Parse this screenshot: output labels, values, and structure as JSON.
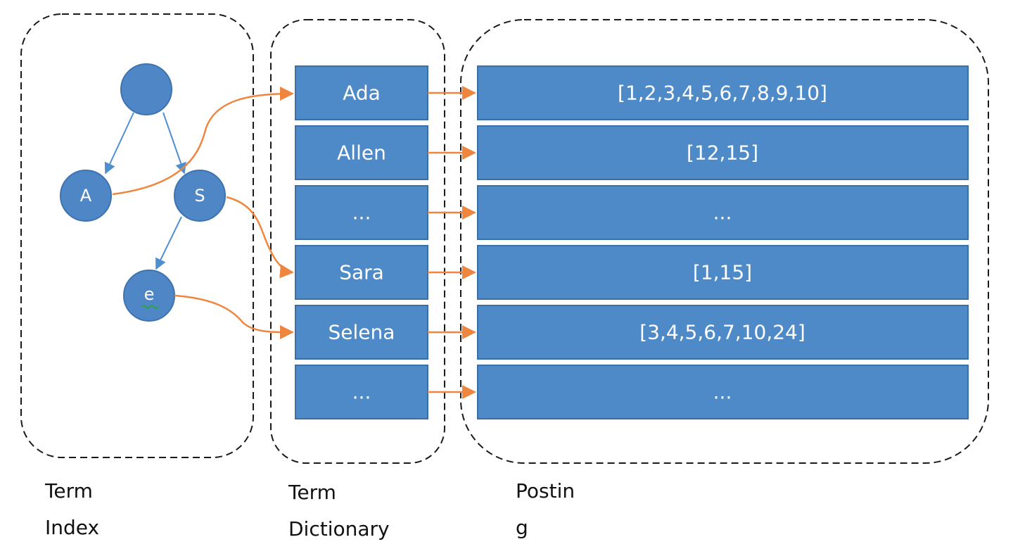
{
  "tree": {
    "root": "",
    "node_a": "A",
    "node_s": "S",
    "node_e": "e"
  },
  "dictionary": {
    "terms": [
      "Ada",
      "Allen",
      "...",
      "Sara",
      "Selena",
      "..."
    ]
  },
  "postings": {
    "lists": [
      "[1,2,3,4,5,6,7,8,9,10]",
      "[12,15]",
      "...",
      "[1,15]",
      "[3,4,5,6,7,10,24]",
      "..."
    ]
  },
  "captions": {
    "term_index": [
      "Term",
      "Index"
    ],
    "term_dictionary": [
      "Term",
      "Dictionary"
    ],
    "posting": [
      "Postin",
      "g"
    ]
  },
  "colors": {
    "cell_fill": "#4e8ac8",
    "node_fill": "#4e86c6",
    "tree_edge": "#4f8fd0",
    "link": "#ee8640"
  }
}
